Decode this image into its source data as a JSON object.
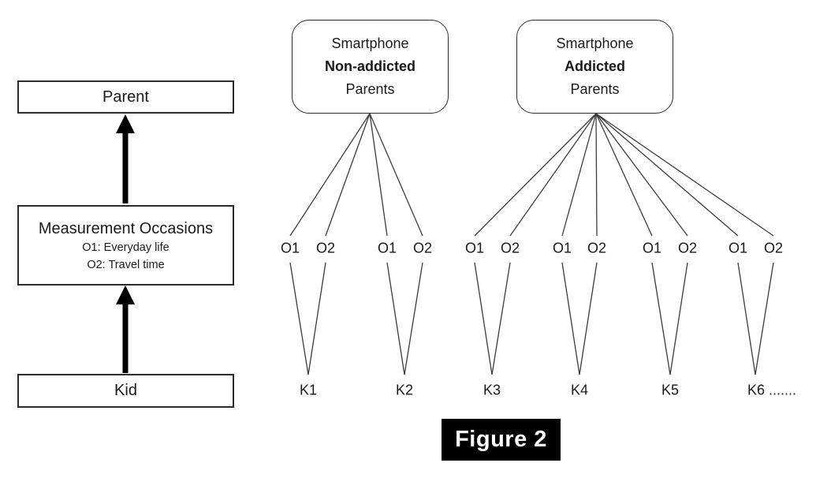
{
  "figure_caption": "Figure 2",
  "hierarchy_panel": {
    "parent_box": "Parent",
    "occasions_box": {
      "title": "Measurement Occasions",
      "items": [
        "O1: Everyday life",
        "O2: Travel time"
      ]
    },
    "kid_box": "Kid"
  },
  "groups": [
    {
      "name_lines": {
        "top": "Smartphone",
        "middle": "Non-addicted",
        "bottom": "Parents"
      },
      "kids": [
        {
          "label": "K1",
          "occasions": [
            "O1",
            "O2"
          ]
        },
        {
          "label": "K2",
          "occasions": [
            "O1",
            "O2"
          ]
        }
      ]
    },
    {
      "name_lines": {
        "top": "Smartphone",
        "middle": "Addicted",
        "bottom": "Parents"
      },
      "kids": [
        {
          "label": "K3",
          "occasions": [
            "O1",
            "O2"
          ]
        },
        {
          "label": "K4",
          "occasions": [
            "O1",
            "O2"
          ]
        },
        {
          "label": "K5",
          "occasions": [
            "O1",
            "O2"
          ]
        },
        {
          "label": "K6 .......",
          "occasions": [
            "O1",
            "O2"
          ]
        }
      ]
    }
  ],
  "colors": {
    "text": "#1a1a1a",
    "box_border": "#2b2b2b",
    "connector_line": "#3c3c3c",
    "arrow": "#000000",
    "caption_bg": "#000000",
    "caption_text": "#ffffff"
  }
}
